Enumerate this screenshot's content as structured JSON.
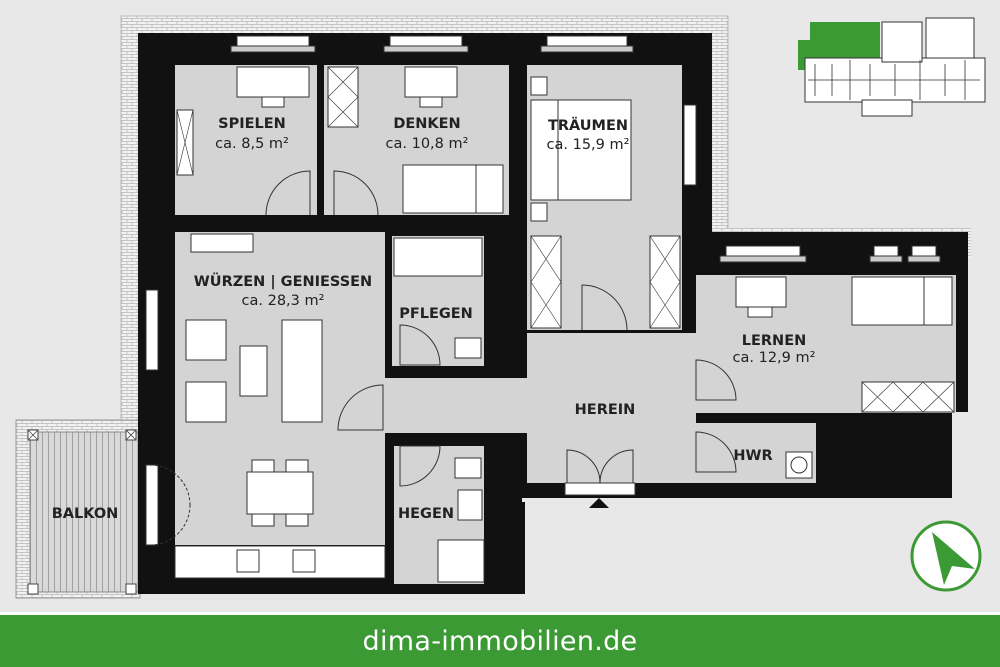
{
  "rooms": {
    "spielen": {
      "name": "SPIELEN",
      "area": "ca. 8,5 m²"
    },
    "denken": {
      "name": "DENKEN",
      "area": "ca. 10,8 m²"
    },
    "traeumen": {
      "name": "TRÄUMEN",
      "area": "ca. 15,9 m²"
    },
    "wuerzen": {
      "name": "WÜRZEN | GENIESSEN",
      "area": "ca. 28,3 m²"
    },
    "pflegen": {
      "name": "PFLEGEN"
    },
    "lernen": {
      "name": "LERNEN",
      "area": "ca. 12,9 m²"
    },
    "herein": {
      "name": "HEREIN"
    },
    "hwr": {
      "name": "HWR"
    },
    "hegen": {
      "name": "HEGEN"
    },
    "balkon": {
      "name": "BALKON"
    }
  },
  "footer": {
    "website": "dima-immobilien.de"
  },
  "colors": {
    "brand_green": "#3c9a35",
    "wall": "#111111",
    "floor": "#d4d4d4"
  },
  "icons": {
    "compass": "north-arrow-icon",
    "entrance": "entrance-triangle-icon"
  }
}
